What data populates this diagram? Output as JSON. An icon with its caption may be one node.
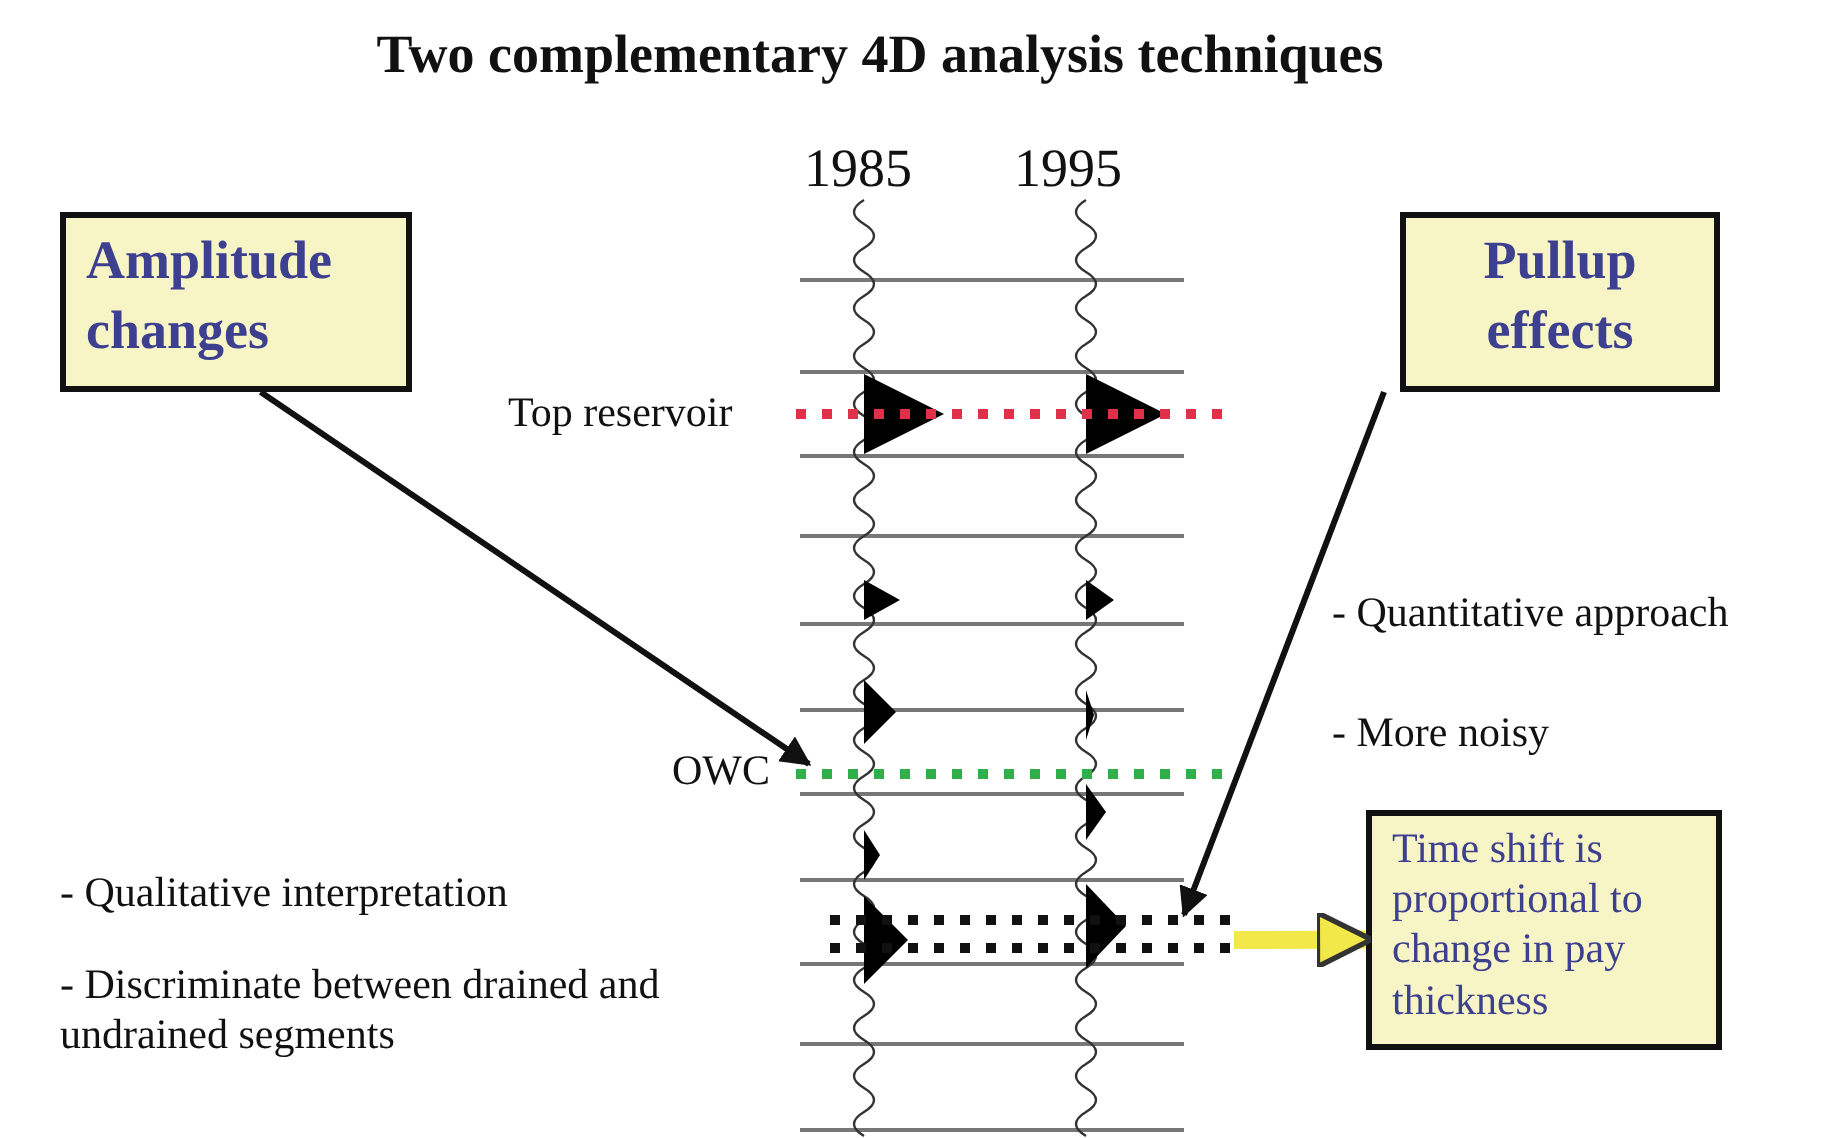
{
  "diagram": {
    "title": "Two complementary 4D analysis techniques",
    "nodes": [
      {
        "text": [
          "Amplitude changes"
        ]
      },
      {
        "text": [
          "Pullup effects"
        ]
      },
      {
        "text": [
          "Time shift is proportional to change in pay thickness"
        ]
      },
      {
        "text": [],
        "shape": "line"
      },
      {
        "text": [],
        "shape": "line"
      }
    ],
    "edges": [
      {
        "from": 0,
        "to": 3,
        "arrow": "to"
      },
      {
        "from": 1,
        "to": 4,
        "arrow": "to"
      },
      {
        "from": 4,
        "to": 2,
        "arrow": "to",
        "style": "thick",
        "color": "#f2e84a"
      }
    ],
    "labels": [
      "1985",
      "1995",
      "Top reservoir",
      "- Quantitative approach",
      "- More noisy",
      "OWC",
      "- Qualitative interpretation",
      "- Discriminate between drained and undrained segments"
    ]
  }
}
